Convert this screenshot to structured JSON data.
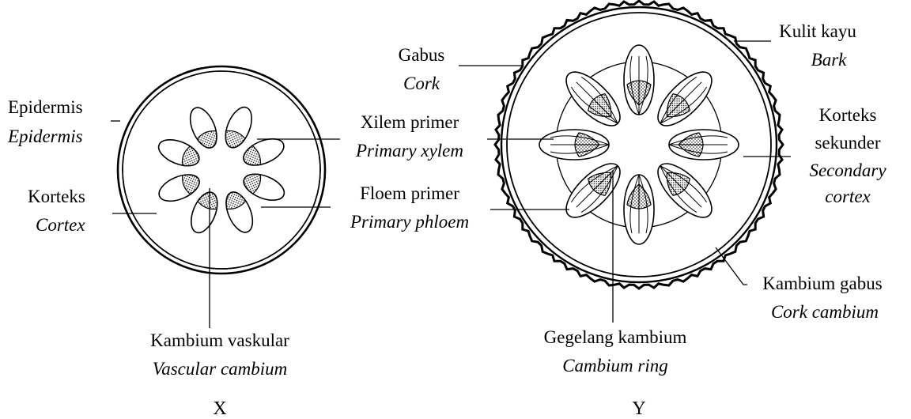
{
  "diagram_x": {
    "panel_label": "X",
    "labels": {
      "epidermis": [
        "Epidermis",
        "Epidermis"
      ],
      "cortex": [
        "Korteks",
        "Cortex"
      ],
      "vascular_cambium": [
        "Kambium vaskular",
        "Vascular cambium"
      ]
    }
  },
  "shared": {
    "primary_xylem": [
      "Xilem primer",
      "Primary xylem"
    ],
    "primary_phloem": [
      "Floem primer",
      "Primary phloem"
    ]
  },
  "diagram_y": {
    "panel_label": "Y",
    "labels": {
      "cork": [
        "Gabus",
        "Cork"
      ],
      "bark": [
        "Kulit kayu",
        "Bark"
      ],
      "secondary_cortex": [
        "Korteks",
        "sekunder",
        "Secondary",
        "cortex"
      ],
      "cork_cambium": [
        "Kambium gabus",
        "Cork cambium"
      ],
      "cambium_ring": [
        "Gegelang kambium",
        "Cambium ring"
      ]
    }
  },
  "colors": {
    "ink": "#000000",
    "background": "#ffffff"
  }
}
